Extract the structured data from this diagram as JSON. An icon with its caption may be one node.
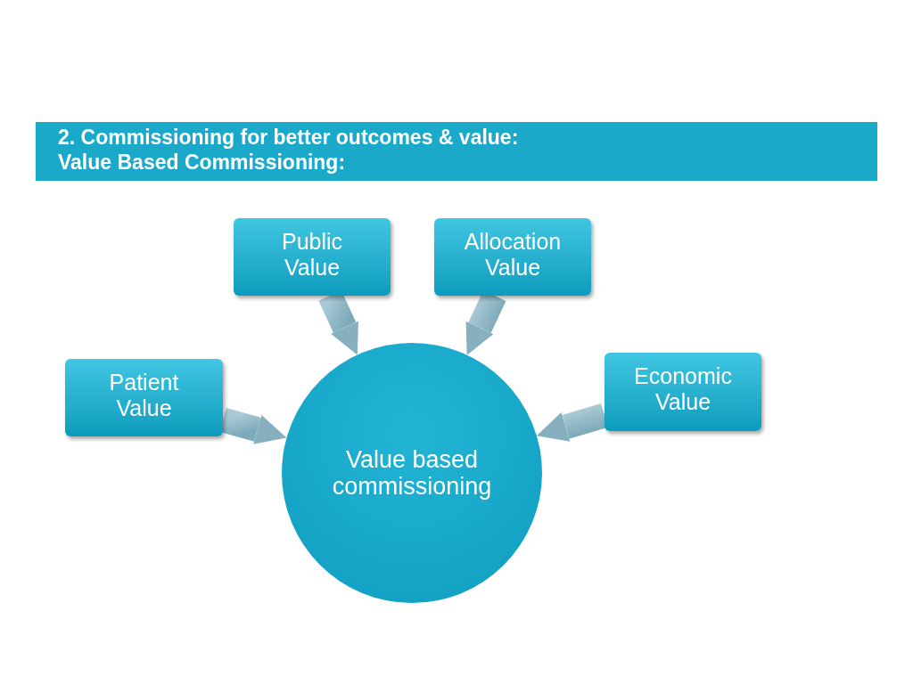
{
  "diagram": {
    "title": "2. Commissioning for better outcomes & value: Value Based Commissioning:",
    "nodes": [
      {
        "text": [
          "Public Value"
        ]
      },
      {
        "text": [
          "Allocation Value"
        ]
      },
      {
        "text": [
          "Patient Value"
        ]
      },
      {
        "text": [
          "Economic Value"
        ]
      },
      {
        "text": [
          "Value based commissioning"
        ]
      }
    ],
    "edges": [
      {
        "from": 0,
        "to": 4,
        "arrow": "to",
        "style": "thick"
      },
      {
        "from": 1,
        "to": 4,
        "arrow": "to",
        "style": "thick"
      },
      {
        "from": 2,
        "to": 4,
        "arrow": "to",
        "style": "thick"
      },
      {
        "from": 3,
        "to": 4,
        "arrow": "to",
        "style": "thick"
      }
    ]
  }
}
